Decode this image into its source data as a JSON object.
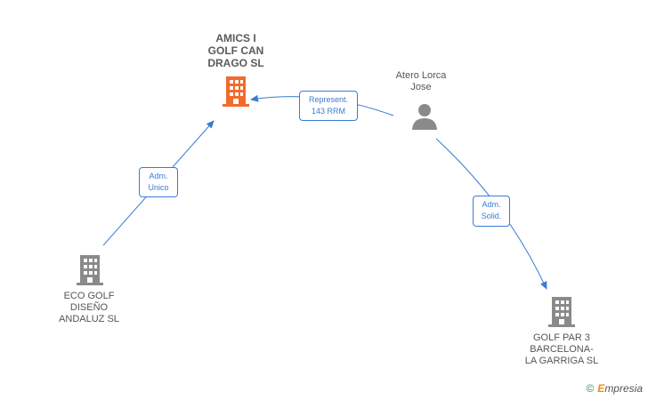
{
  "nodes": {
    "amics": {
      "label": "AMICS I\nGOLF CAN\nDRAGO SL",
      "color": "#f26a2c"
    },
    "eco": {
      "label": "ECO GOLF\nDISEÑO\nANDALUZ  SL",
      "color": "#8a8a8a"
    },
    "golfpar": {
      "label": "GOLF PAR 3\nBARCELONA-\nLA GARRIGA SL",
      "color": "#8a8a8a"
    },
    "atero": {
      "label": "Atero Lorca\nJose",
      "color": "#8a8a8a"
    }
  },
  "edges": {
    "eco_amics": {
      "label": "Adm.\nUnico"
    },
    "atero_amics": {
      "label": "Represent.\n143 RRM"
    },
    "atero_golfpar": {
      "label": "Adm.\nSolid."
    }
  },
  "brand": {
    "symbol": "©",
    "initial": "E",
    "rest": "mpresia"
  },
  "colors": {
    "edge": "#3a7bd5"
  }
}
